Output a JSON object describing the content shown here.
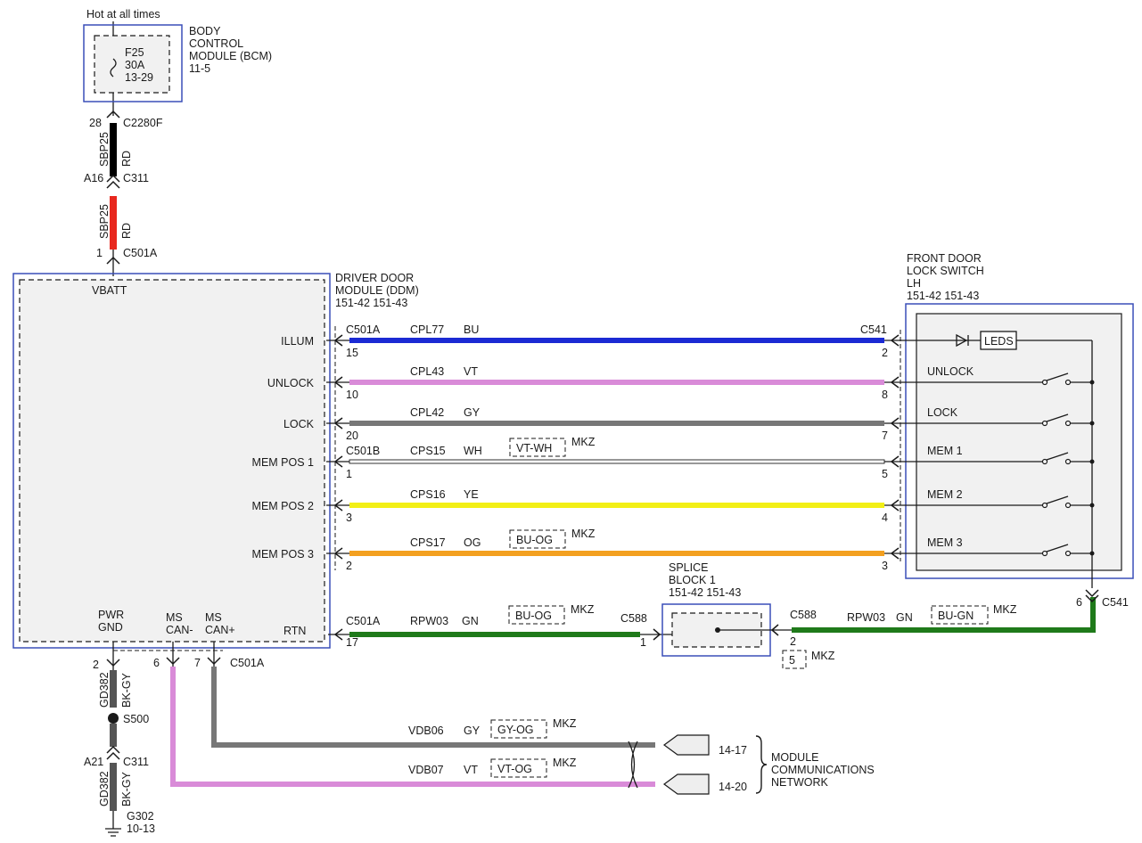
{
  "colors": {
    "red": "#e8281e",
    "blue": "#1b2ad4",
    "violet": "#d98bd8",
    "gray": "#777777",
    "white": "#ffffff",
    "yellow": "#f2ef16",
    "orange": "#f3a020",
    "green": "#1f7a1a",
    "bk_gy": "#555555"
  },
  "power": {
    "hot_label": "Hot at all times",
    "fuse_name": "F25",
    "fuse_rating": "30A",
    "fuse_ref": "13-29",
    "bcm_line1": "BODY",
    "bcm_line2": "CONTROL",
    "bcm_line3": "MODULE (BCM)",
    "bcm_ref": "11-5",
    "pin_28": "28",
    "c2280f": "C2280F",
    "circuit1": "SBP25",
    "color1": "RD",
    "pin_a16": "A16",
    "c311_top": "C311",
    "circuit2": "SBP25",
    "color2": "RD",
    "pin_1": "1",
    "c501a_top": "C501A"
  },
  "ddm": {
    "line1": "DRIVER DOOR",
    "line2": "MODULE (DDM)",
    "ref": "151-42  151-43",
    "vbatt": "VBATT",
    "rows": [
      {
        "label": "ILLUM",
        "conn": "C501A",
        "pin": "15",
        "circuit": "CPL77",
        "color": "BU",
        "alt": "",
        "mkz": "",
        "rpin": "2",
        "rconn": "C541",
        "sw": "LEDS"
      },
      {
        "label": "UNLOCK",
        "conn": "",
        "pin": "10",
        "circuit": "CPL43",
        "color": "VT",
        "alt": "",
        "mkz": "",
        "rpin": "8",
        "rconn": "",
        "sw": "UNLOCK"
      },
      {
        "label": "LOCK",
        "conn": "",
        "pin": "20",
        "circuit": "CPL42",
        "color": "GY",
        "alt": "",
        "mkz": "",
        "rpin": "7",
        "rconn": "",
        "sw": "LOCK"
      },
      {
        "label": "MEM POS 1",
        "conn": "C501B",
        "pin": "1",
        "circuit": "CPS15",
        "color": "WH",
        "alt": "VT-WH",
        "mkz": "MKZ",
        "rpin": "5",
        "rconn": "",
        "sw": "MEM 1"
      },
      {
        "label": "MEM POS 2",
        "conn": "",
        "pin": "3",
        "circuit": "CPS16",
        "color": "YE",
        "alt": "",
        "mkz": "",
        "rpin": "4",
        "rconn": "",
        "sw": "MEM 2"
      },
      {
        "label": "MEM POS 3",
        "conn": "",
        "pin": "2",
        "circuit": "CPS17",
        "color": "OG",
        "alt": "BU-OG",
        "mkz": "MKZ",
        "rpin": "3",
        "rconn": "",
        "sw": "MEM 3"
      }
    ],
    "pwr_gnd_1": "PWR",
    "pwr_gnd_2": "GND",
    "ms_can_minus_1": "MS",
    "ms_can_minus_2": "CAN-",
    "ms_can_plus_1": "MS",
    "ms_can_plus_2": "CAN+",
    "rtn": "RTN"
  },
  "switch": {
    "line1": "FRONT DOOR",
    "line2": "LOCK SWITCH",
    "line3": "LH",
    "ref": "151-42  151-43"
  },
  "rtn_circuit": {
    "conn": "C501A",
    "pin": "17",
    "circuit": "RPW03",
    "color": "GN",
    "alt": "BU-OG",
    "mkz": "MKZ",
    "c588_left": "C588",
    "pin_left": "1",
    "splice_line1": "SPLICE",
    "splice_line2": "BLOCK 1",
    "splice_ref": "151-42  151-43",
    "c588_right": "C588",
    "pin_right": "2",
    "circuit_r": "RPW03",
    "color_r": "GN",
    "alt_r": "BU-GN",
    "mkz_r": "MKZ",
    "pin5": "5",
    "pin5_mkz": "MKZ",
    "c541_pin": "6",
    "c541": "C541"
  },
  "ground": {
    "pin_2": "2",
    "circuit": "GD382",
    "color": "BK-GY",
    "splice": "S500",
    "pin_a21": "A21",
    "c311": "C311",
    "circuit2": "GD382",
    "color2": "BK-GY",
    "g302": "G302",
    "g302_ref": "10-13"
  },
  "can": {
    "pin_6": "6",
    "pin_7": "7",
    "conn": "C501A",
    "circuit_plus": "VDB06",
    "color_plus": "GY",
    "alt_plus": "GY-OG",
    "mkz_plus": "MKZ",
    "circuit_minus": "VDB07",
    "color_minus": "VT",
    "alt_minus": "VT-OG",
    "mkz_minus": "MKZ",
    "ref_plus": "14-17",
    "ref_minus": "14-20",
    "network_line1": "MODULE",
    "network_line2": "COMMUNICATIONS",
    "network_line3": "NETWORK"
  }
}
